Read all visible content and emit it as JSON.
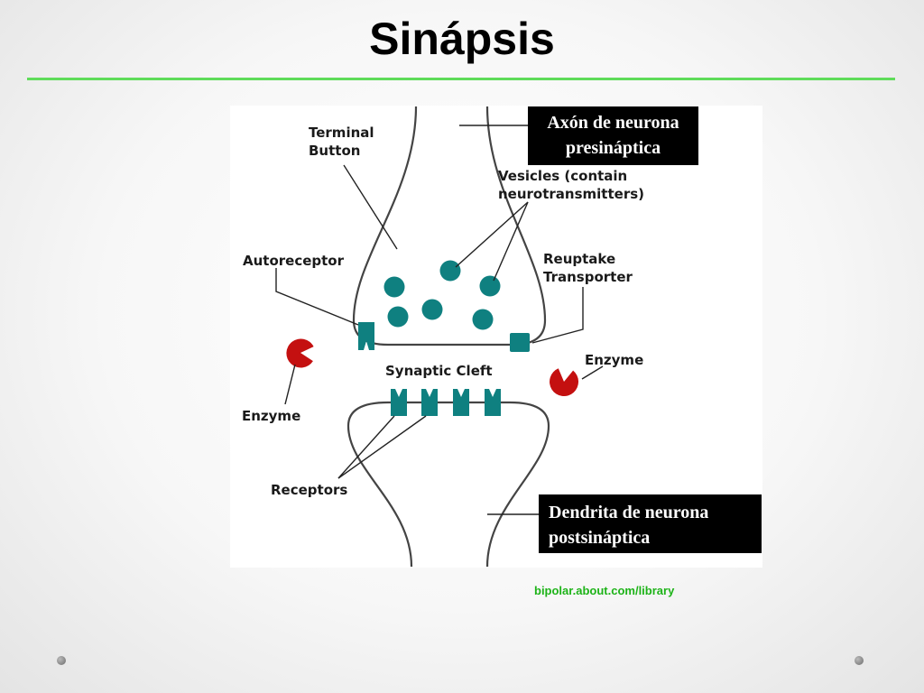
{
  "slide": {
    "title": "Sinápsis",
    "source": "bipolar.about.com/library"
  },
  "diagram": {
    "labels": {
      "terminal_button": "Terminal\nButton",
      "vesicles": "Vesicles (contain\nneurotransmitters)",
      "autoreceptor": "Autoreceptor",
      "reuptake_transporter": "Reuptake\nTransporter",
      "synaptic_cleft": "Synaptic Cleft",
      "enzyme_left": "Enzyme",
      "enzyme_right": "Enzyme",
      "receptors": "Receptors"
    },
    "boxes": {
      "axon": "Axón de neurona\npresináptica",
      "dendrite": "Dendrita de neurona\npostsináptica"
    },
    "colors": {
      "teal": "#0f8080",
      "enzyme_red": "#c41010",
      "title_rule": "#5fdc5a",
      "source_link": "#1db318"
    }
  }
}
